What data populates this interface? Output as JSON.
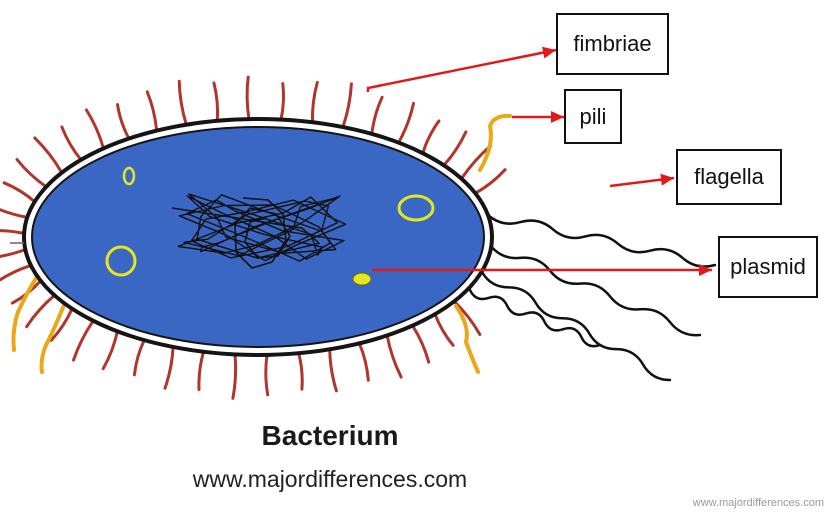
{
  "diagram": {
    "caption_title": "Bacterium",
    "caption_url": "www.majordifferences.com",
    "watermark": "www.majordifferences.com",
    "labels": {
      "fimbriae": "fimbriae",
      "pili": "pili",
      "flagella": "flagella",
      "plasmid": "plasmid"
    },
    "colors": {
      "cytoplasm": "#3a67c4",
      "cell_wall": "#151515",
      "fimbriae": "#b0352d",
      "pili": "#e8a818",
      "flagella": "#111111",
      "plasmid": "#e6e61e",
      "arrow": "#e01a1a",
      "nucleoid": "#111111"
    }
  }
}
